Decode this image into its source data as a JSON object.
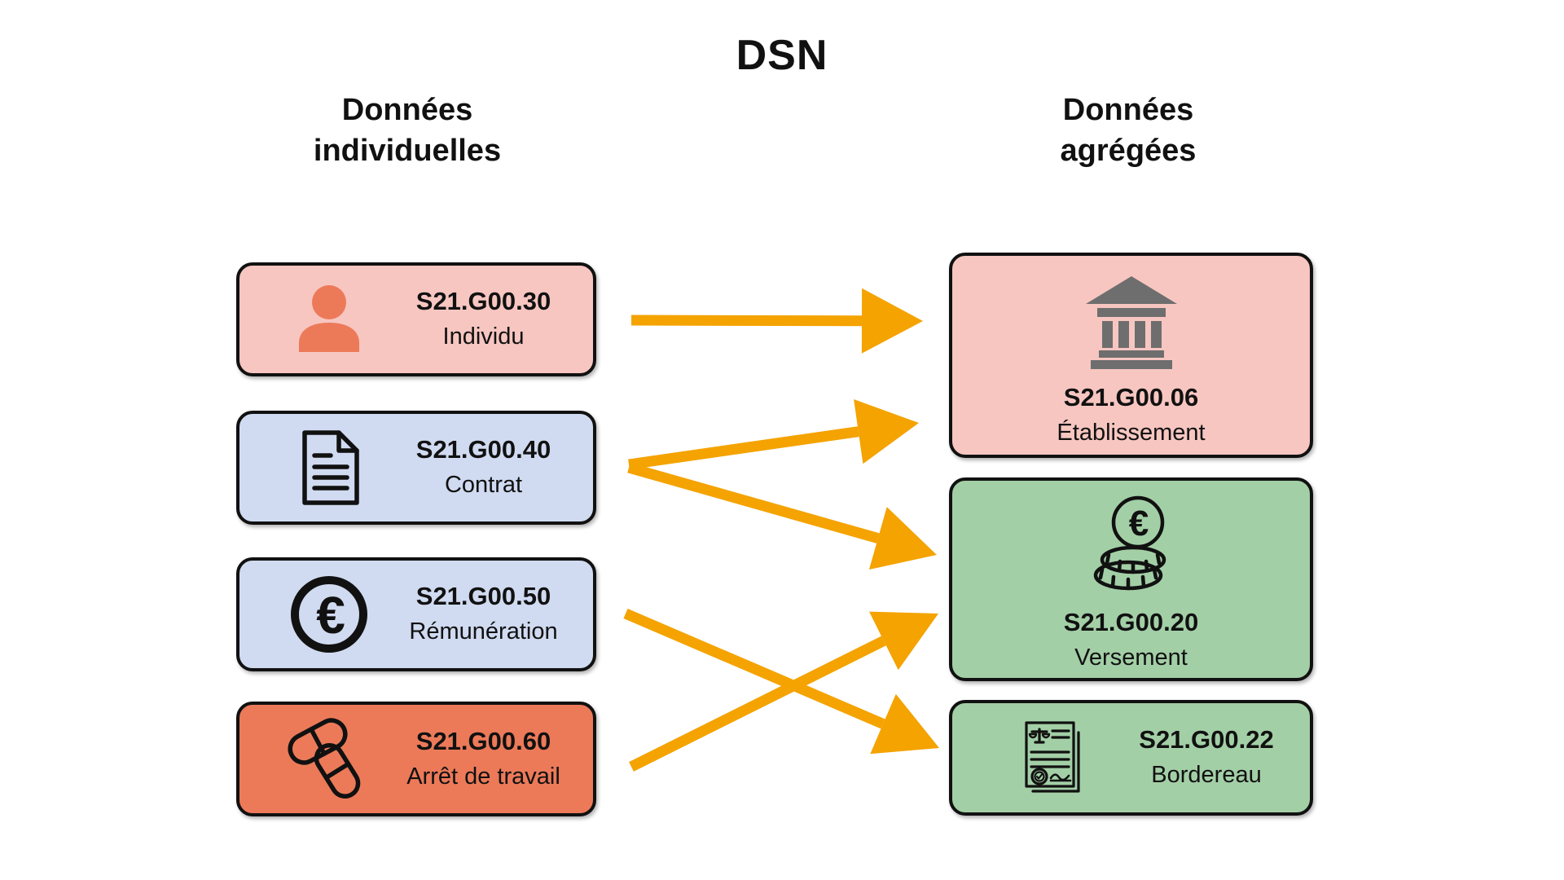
{
  "title": "DSN",
  "columns": {
    "left": {
      "header": "Données\nindividuelles",
      "line1": "Données",
      "line2": "individuelles"
    },
    "right": {
      "header": "Données\nagrégées",
      "line1": "Données",
      "line2": "agrégées"
    }
  },
  "blocks": {
    "individu": {
      "code": "S21.G00.30",
      "label": "Individu",
      "icon": "person-icon",
      "fill": "#F7C6C1",
      "icon_color": "#EC7A59"
    },
    "contrat": {
      "code": "S21.G00.40",
      "label": "Contrat",
      "icon": "document-icon",
      "fill": "#D0DBF1",
      "icon_color": "#111111"
    },
    "remuneration": {
      "code": "S21.G00.50",
      "label": "Rémunération",
      "icon": "euro-circle-icon",
      "fill": "#D0DBF1",
      "icon_color": "#111111"
    },
    "arret_de_travail": {
      "code": "S21.G00.60",
      "label": "Arrêt de travail",
      "icon": "pills-icon",
      "fill": "#EC7A59",
      "icon_color": "#111111"
    },
    "etablissement": {
      "code": "S21.G00.06",
      "label": "Établissement",
      "icon": "bank-icon",
      "fill": "#F7C6C1",
      "icon_color": "#6E6E6E"
    },
    "versement": {
      "code": "S21.G00.20",
      "label": "Versement",
      "icon": "coins-icon",
      "fill": "#A3CFA6",
      "icon_color": "#111111"
    },
    "bordereau": {
      "code": "S21.G00.22",
      "label": "Bordereau",
      "icon": "legal-document-icon",
      "fill": "#A3CFA6",
      "icon_color": "#111111"
    }
  },
  "connections": [
    {
      "from": "individu",
      "to": "etablissement"
    },
    {
      "from": "contrat",
      "to": "etablissement"
    },
    {
      "from": "contrat",
      "to": "versement"
    },
    {
      "from": "remuneration",
      "to": "bordereau"
    },
    {
      "from": "arret_de_travail",
      "to": "versement"
    }
  ],
  "colors": {
    "arrow": "#F4A300",
    "border": "#111111",
    "background": "#FFFFFF"
  }
}
